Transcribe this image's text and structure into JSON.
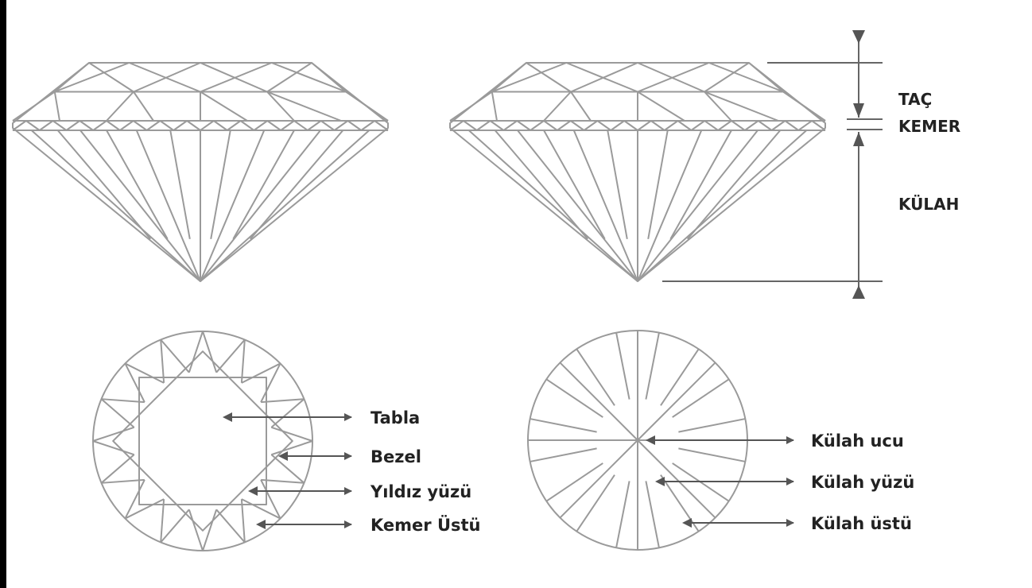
{
  "colors": {
    "line": "#9a9a9a",
    "arrow": "#555555",
    "text": "#222222",
    "edge_bar": "#000000",
    "background": "#ffffff"
  },
  "section_labels": {
    "crown": "TAÇ",
    "girdle": "KEMER",
    "pavilion": "KÜLAH"
  },
  "crown_view_labels": {
    "table": "Tabla",
    "bezel": "Bezel",
    "star": "Yıldız yüzü",
    "upper_girdle": "Kemer Üstü"
  },
  "pavilion_view_labels": {
    "culet": "Külah ucu",
    "main": "Külah yüzü",
    "lower_girdle": "Külah üstü"
  }
}
